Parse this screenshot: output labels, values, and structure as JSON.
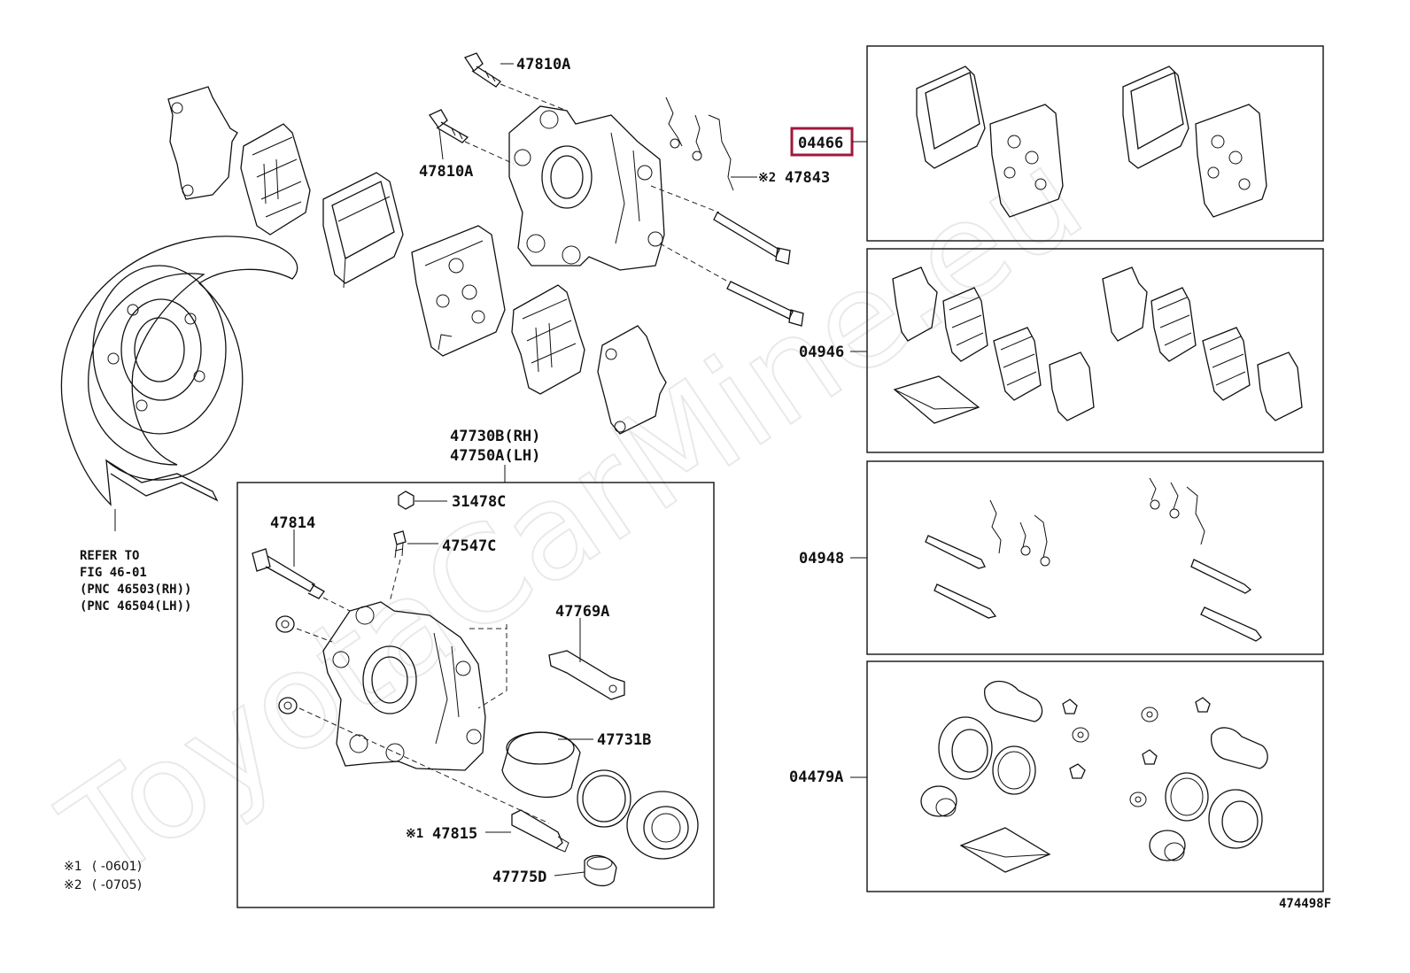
{
  "watermark": "ToyotaCarMine.eu",
  "figure_code": "474498F",
  "highlight_color": "#a0183c",
  "callouts": {
    "bolt_upper": "47810A",
    "bolt_lower": "47810A",
    "clip": "47843",
    "clip_mark": "※2",
    "cylinder": "47730B(RH)",
    "cylinder_lh": "47750A(LH)",
    "bleeder_cap": "31478C",
    "bleeder": "47547C",
    "slide_pin": "47814",
    "pin_boot": "47769A",
    "piston": "47731B",
    "bushing": "47815",
    "bushing_mark": "※1",
    "boot": "47775D"
  },
  "kits": {
    "pad_kit": "04466",
    "shim_kit": "04946",
    "fitting_kit": "04948",
    "seal_kit": "04479A"
  },
  "refer": {
    "line1": "REFER TO",
    "line2": "FIG 46-01",
    "line3": "(PNC 46503(RH))",
    "line4": "(PNC 46504(LH))"
  },
  "footnotes": [
    {
      "mark": "※1",
      "text": "(      -0601)"
    },
    {
      "mark": "※2",
      "text": "(      -0705)"
    }
  ]
}
